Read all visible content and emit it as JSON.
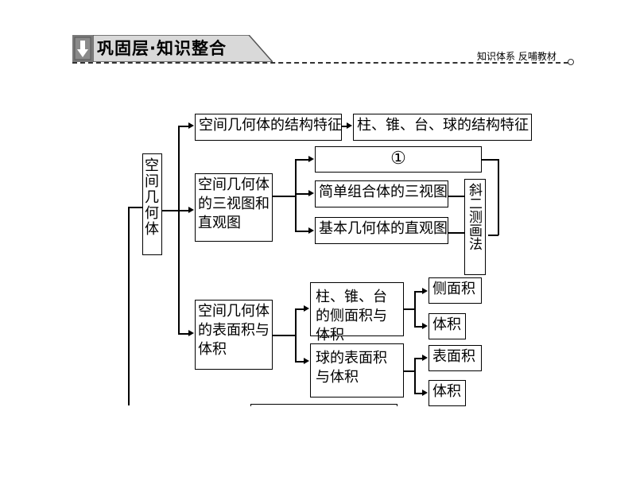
{
  "header": {
    "title": "巩固层·知识整合",
    "subtitle": "知识体系 反哺教材",
    "download_icon": "download-arrow-icon"
  },
  "diagram": {
    "root": "空间几何体",
    "branch1": "空间几何体的结构特征",
    "branch1_child": "柱、锥、台、球的结构特征",
    "branch2": "空间几何体的三视图和直观图",
    "blank1": "①",
    "branch2_child1": "简单组合体的三视图",
    "branch2_child2": "基本几何体的直观图",
    "side_label": "斜二测画法",
    "branch3": "空间几何体的表面积与体积",
    "branch3_child1": "柱、锥、台的侧面积与体积",
    "branch3_child1_a": "侧面积",
    "branch3_child1_b": "体积",
    "branch3_child2": "球的表面积与体积",
    "branch3_child2_a": "表面积",
    "branch3_child2_b": "体积"
  }
}
